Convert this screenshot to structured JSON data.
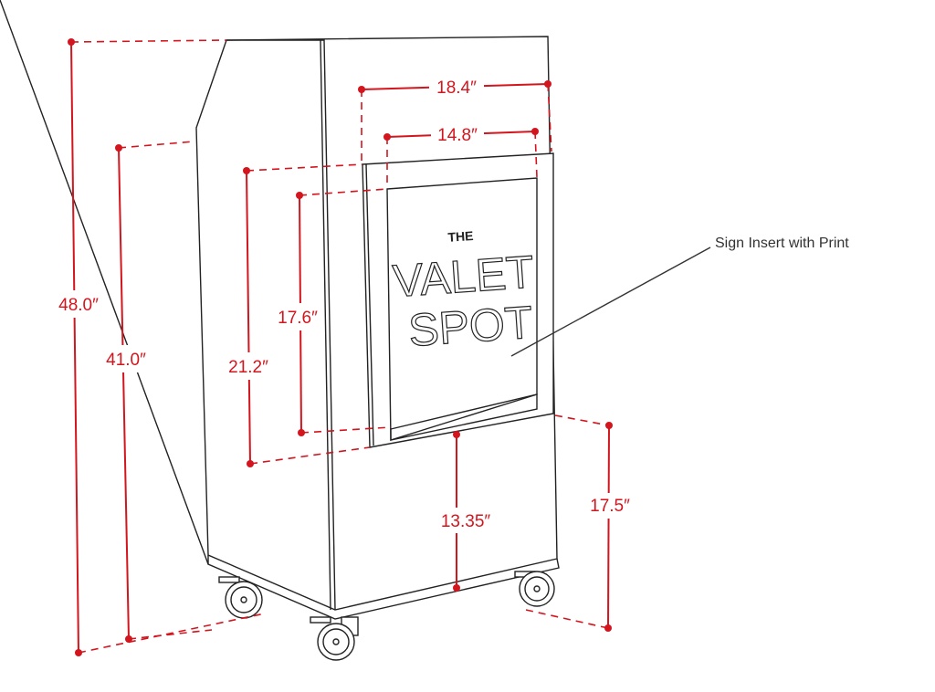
{
  "dimensions": {
    "total_height": "48.0″",
    "cabinet_front_height": "41.0″",
    "sign_frame_height": "21.2″",
    "sign_insert_height": "17.6″",
    "sign_frame_width": "18.4″",
    "sign_insert_width": "14.8″",
    "sign_bottom_to_floor": "13.35″",
    "lower_panel_height": "17.5″"
  },
  "callout": {
    "label": "Sign Insert with Print"
  },
  "logo": {
    "line1": "THE",
    "line2": "VALET",
    "line3": "SPOT"
  },
  "colors": {
    "dimension": "#d3151e",
    "outline": "#222222"
  }
}
